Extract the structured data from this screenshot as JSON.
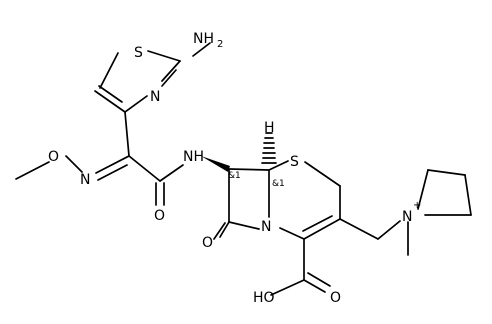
{
  "molecule": {
    "atoms": {
      "amine": "NH",
      "amine_h": "2",
      "thiazole_s": "S",
      "thiazole_n": "N",
      "oxime_o": "O",
      "oxime_n": "N",
      "amide_nh": "NH",
      "amide_o": "O",
      "ring_s": "S",
      "ring_n": "N",
      "lactam_o": "O",
      "acid_oh": "HO",
      "acid_o": "O",
      "pyrrolidinium_n": "N",
      "pyrrolidinium_charge": "+",
      "stereo_h": "H"
    },
    "stereo_tags": [
      "&1",
      "&1"
    ]
  },
  "colors": {
    "ink": "#000000",
    "background": "#ffffff"
  }
}
